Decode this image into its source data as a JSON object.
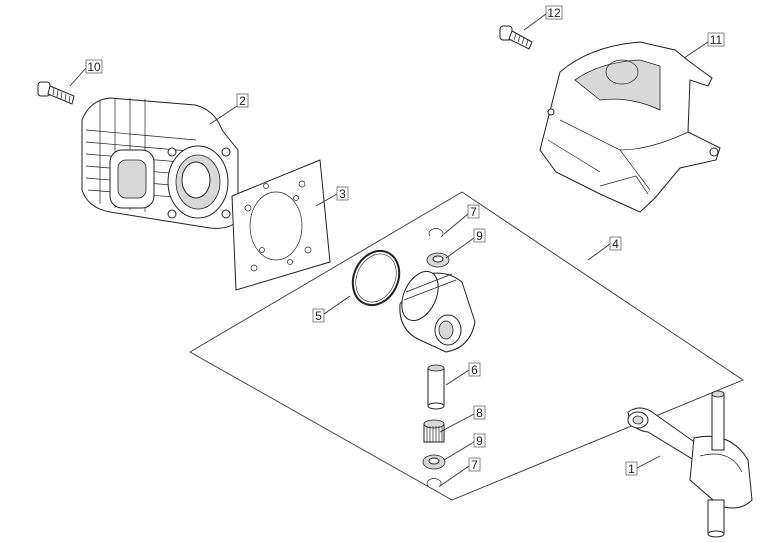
{
  "callouts": {
    "crankshaft": "1",
    "cylinder": "2",
    "gasket": "3",
    "piston_kit": "4",
    "piston_ring": "5",
    "piston_pin": "6",
    "circlip_top": "7",
    "washer_top": "9",
    "needle_bearing": "8",
    "washer_bottom": "9",
    "circlip_bottom": "7",
    "cylinder_bolt": "10",
    "cylinder_cover": "11",
    "cover_screw": "12"
  }
}
